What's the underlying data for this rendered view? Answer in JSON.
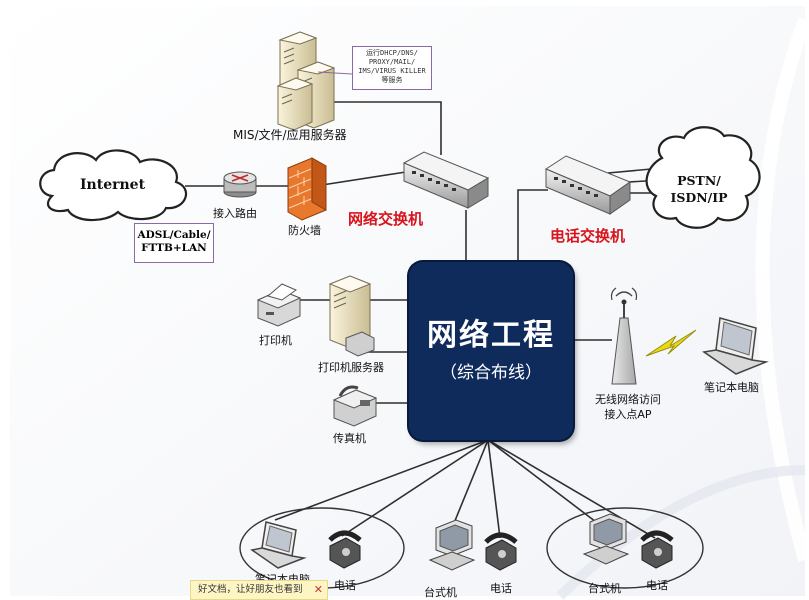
{
  "core": {
    "title": "网络工程",
    "subtitle": "（综合布线）"
  },
  "internet": {
    "label": "Internet"
  },
  "pstn": {
    "line1": "PSTN/",
    "line2": "ISDN/IP"
  },
  "router": {
    "label": "接入路由"
  },
  "adsl_note": {
    "line1": "ADSL/Cable/",
    "line2": "FTTB+LAN"
  },
  "firewall": {
    "label": "防火墙"
  },
  "servers": {
    "label": "MIS/文件/应用服务器",
    "note_lines": [
      "运行DHCP/DNS/",
      "PROXY/MAIL/",
      "IMS/VIRUS KILLER",
      "等服务"
    ]
  },
  "net_switch": {
    "label": "网络交换机"
  },
  "phone_switch": {
    "label": "电话交换机"
  },
  "printer": {
    "label": "打印机"
  },
  "print_server": {
    "label": "打印机服务器"
  },
  "fax": {
    "label": "传真机"
  },
  "wireless_ap": {
    "line1": "无线网络访问",
    "line2": "接入点AP"
  },
  "laptop": {
    "label": "笔记本电脑"
  },
  "bottom": {
    "group1": {
      "laptop": "笔记本电脑",
      "phone": "电话"
    },
    "desktop_mid": "台式机",
    "phone_mid": "电话",
    "group2": {
      "desktop": "台式机",
      "phone": "电话"
    }
  },
  "share_tip": {
    "text": "好文档，让好朋友也看到",
    "close": "✕"
  },
  "colors": {
    "core": "#0f2b5b",
    "label_red": "#d8141c",
    "link": "#2f2f2f",
    "firewall": "#e8782d",
    "zap": "#e8d81a"
  }
}
